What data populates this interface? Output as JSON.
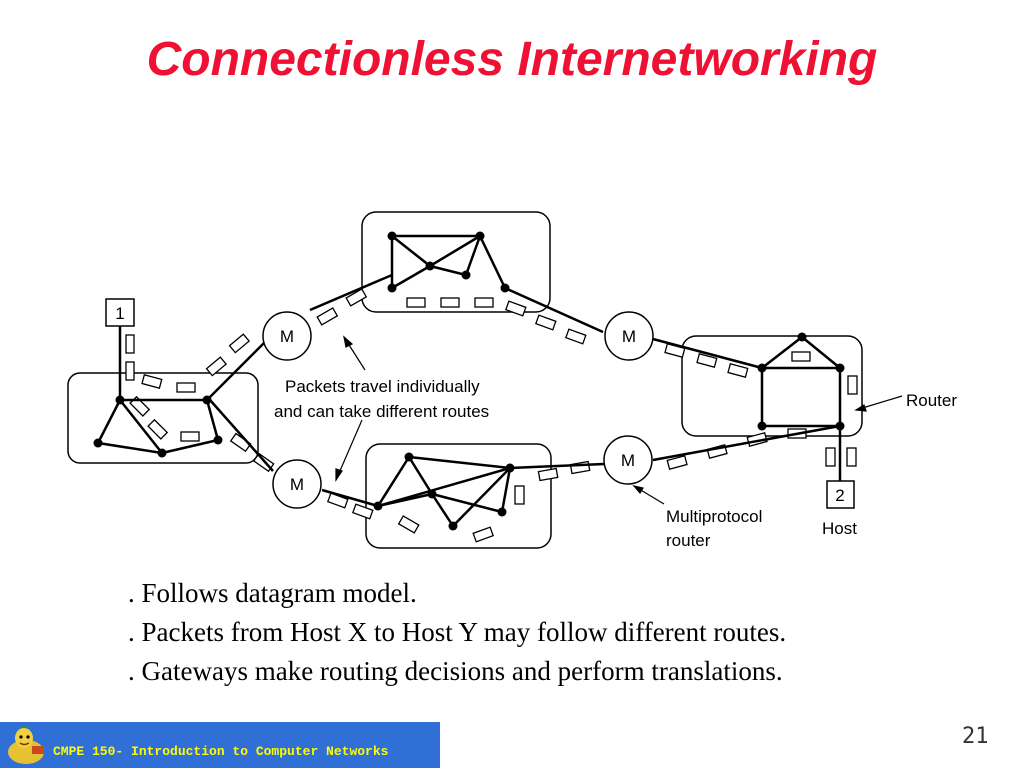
{
  "slide": {
    "title": "Connectionless Internetworking",
    "page_number": "21"
  },
  "diagram": {
    "host1_label": "1",
    "host2_label": "2",
    "multiprotocol_router_symbol": "M",
    "annotation_packets_line1": "Packets travel individually",
    "annotation_packets_line2": "and can take different routes",
    "label_router": "Router",
    "label_multiprotocol_line1": "Multiprotocol",
    "label_multiprotocol_line2": "router",
    "label_host": "Host"
  },
  "bullets": [
    ". Follows datagram model.",
    ". Packets from Host X to Host Y may follow different routes.",
    ". Gateways make routing decisions and perform translations."
  ],
  "footer": {
    "course_text": "CMPE 150- Introduction to Computer Networks",
    "bar_color": "#2f6fd6",
    "text_color": "#fffb00"
  },
  "colors": {
    "title": "#ee1133"
  }
}
